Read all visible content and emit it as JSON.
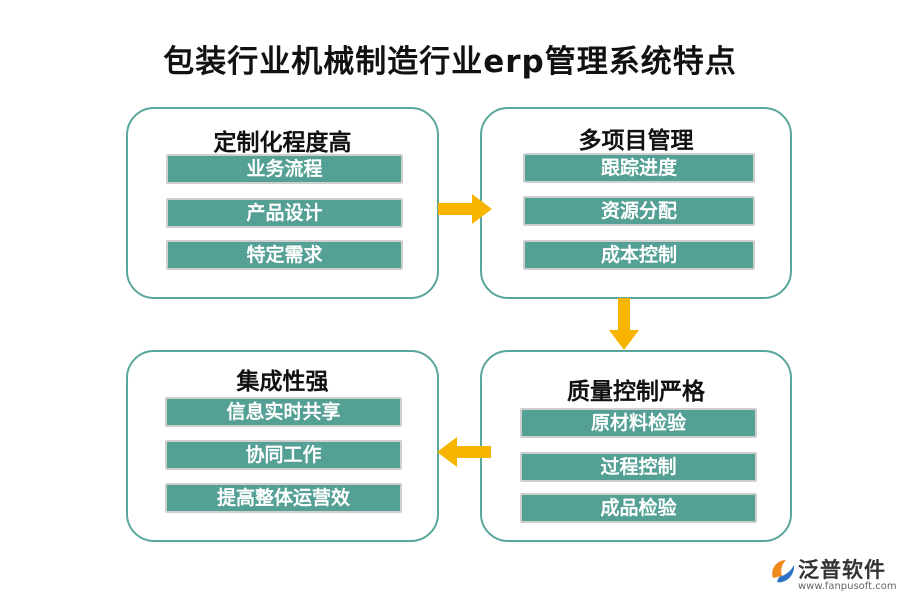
{
  "title": "包装行业机械制造行业erp管理系统特点",
  "colors": {
    "accent": "#54a095",
    "border": "#5aa69c",
    "arrow": "#f7b500",
    "logo_orange": "#f08a1c",
    "logo_blue": "#2d72c4"
  },
  "boxes": {
    "customization": {
      "title": "定制化程度高",
      "items": [
        "业务流程",
        "产品设计",
        "特定需求"
      ]
    },
    "multiproject": {
      "title": "多项目管理",
      "items": [
        "跟踪进度",
        "资源分配",
        "成本控制"
      ]
    },
    "collab": {
      "title": "集成性强",
      "items": [
        "信息实时共享",
        "协同工作",
        "提高整体运营效"
      ]
    },
    "quality": {
      "title": "质量控制严格",
      "items": [
        "原材料检验",
        "过程控制",
        "成品检验"
      ]
    }
  },
  "logo": {
    "name": "泛普软件",
    "url": "www.fanpusoft.com"
  }
}
